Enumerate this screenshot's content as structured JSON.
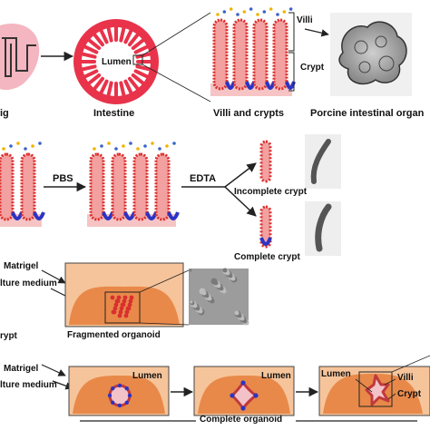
{
  "row1": {
    "label_pig": "ig",
    "label_intestine": "Intestine",
    "label_lumen_cs": "Lumen",
    "label_villi_crypts": "Villi and crypts",
    "label_villi_bracket": "Villi",
    "label_crypt_bracket": "Crypt",
    "label_porcine": "Porcine intestinal organ"
  },
  "row2": {
    "arrow_pbs": "PBS",
    "arrow_edta": "EDTA",
    "label_incomplete": "Incomplete crypt",
    "label_complete": "Complete crypt"
  },
  "row3": {
    "left_matrigel": "Matrigel",
    "left_medium": "lture medium",
    "left_crypt": "rypt",
    "label_fragmented": "Fragmented organoid"
  },
  "row4": {
    "left_matrigel": "Matrigel",
    "left_medium": "lture medium",
    "label_lumen_a": "Lumen",
    "label_lumen_b": "Lumen",
    "label_lumen_c": "Lumen",
    "label_villi": "Villi",
    "label_crypt": "Crypt",
    "label_complete_organoid": "Complete organoid"
  },
  "colors": {
    "villus_fill": "#f3a0a0",
    "villus_edge": "#d9302e",
    "crypt_cells": "#2b34c4",
    "base": "#f6c4c4",
    "matrigel_dark": "#e8894a",
    "matrigel_light": "#f6c49a",
    "microscopy": "#9a9a9a"
  }
}
